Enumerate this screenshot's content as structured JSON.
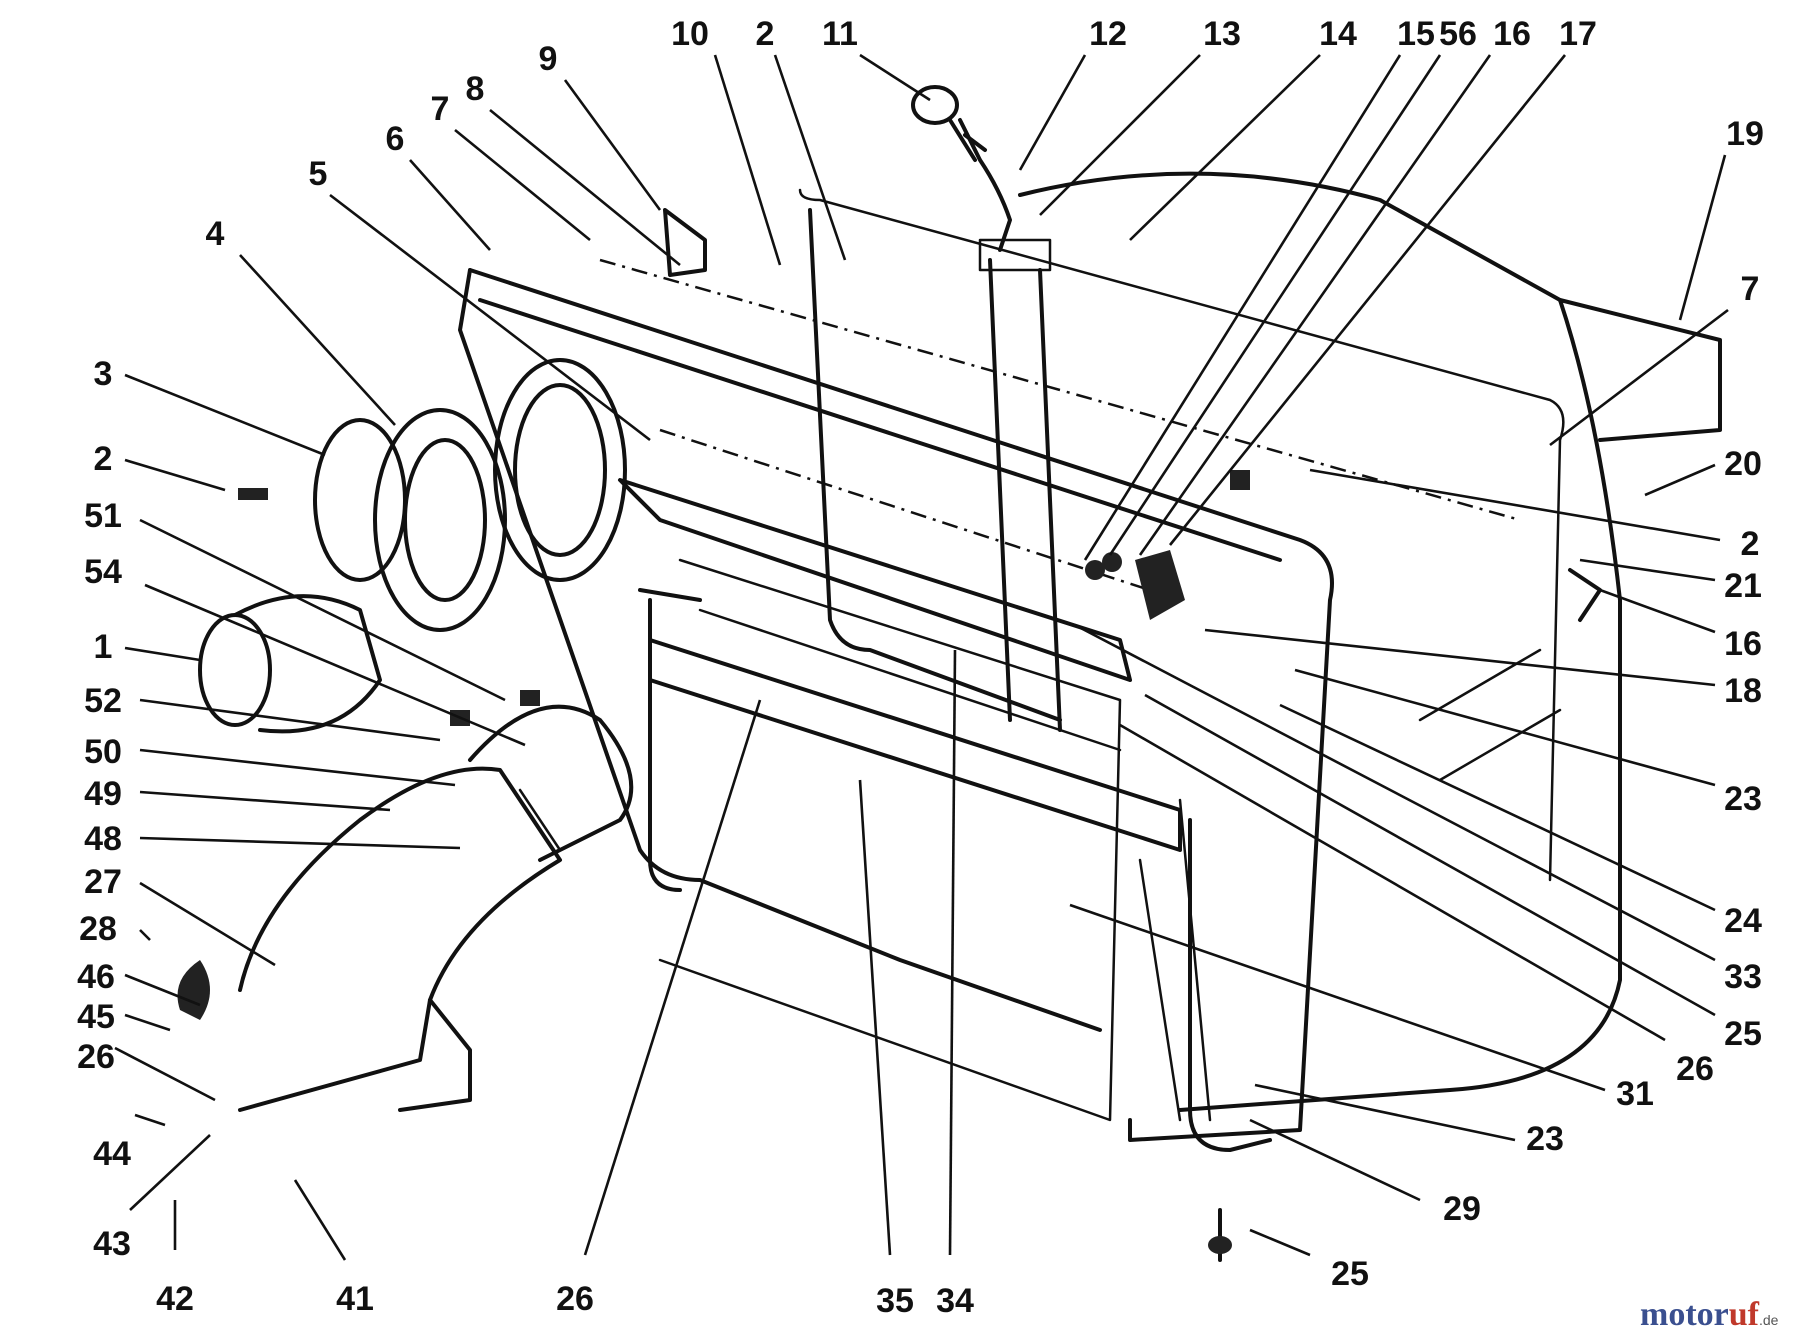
{
  "callouts": [
    "10",
    "2",
    "11",
    "12",
    "13",
    "14",
    "15",
    "56",
    "16",
    "17",
    "9",
    "8",
    "7",
    "6",
    "5",
    "4",
    "3",
    "2",
    "51",
    "54",
    "1",
    "52",
    "50",
    "49",
    "48",
    "27",
    "28",
    "46",
    "45",
    "26",
    "44",
    "43",
    "42",
    "41",
    "26",
    "35",
    "34",
    "19",
    "7",
    "20",
    "2",
    "21",
    "16",
    "18",
    "23",
    "24",
    "33",
    "25",
    "26",
    "31",
    "23",
    "29",
    "25"
  ],
  "watermark": {
    "brand_a": "motor",
    "brand_b": "uf",
    "tld": ".de"
  }
}
